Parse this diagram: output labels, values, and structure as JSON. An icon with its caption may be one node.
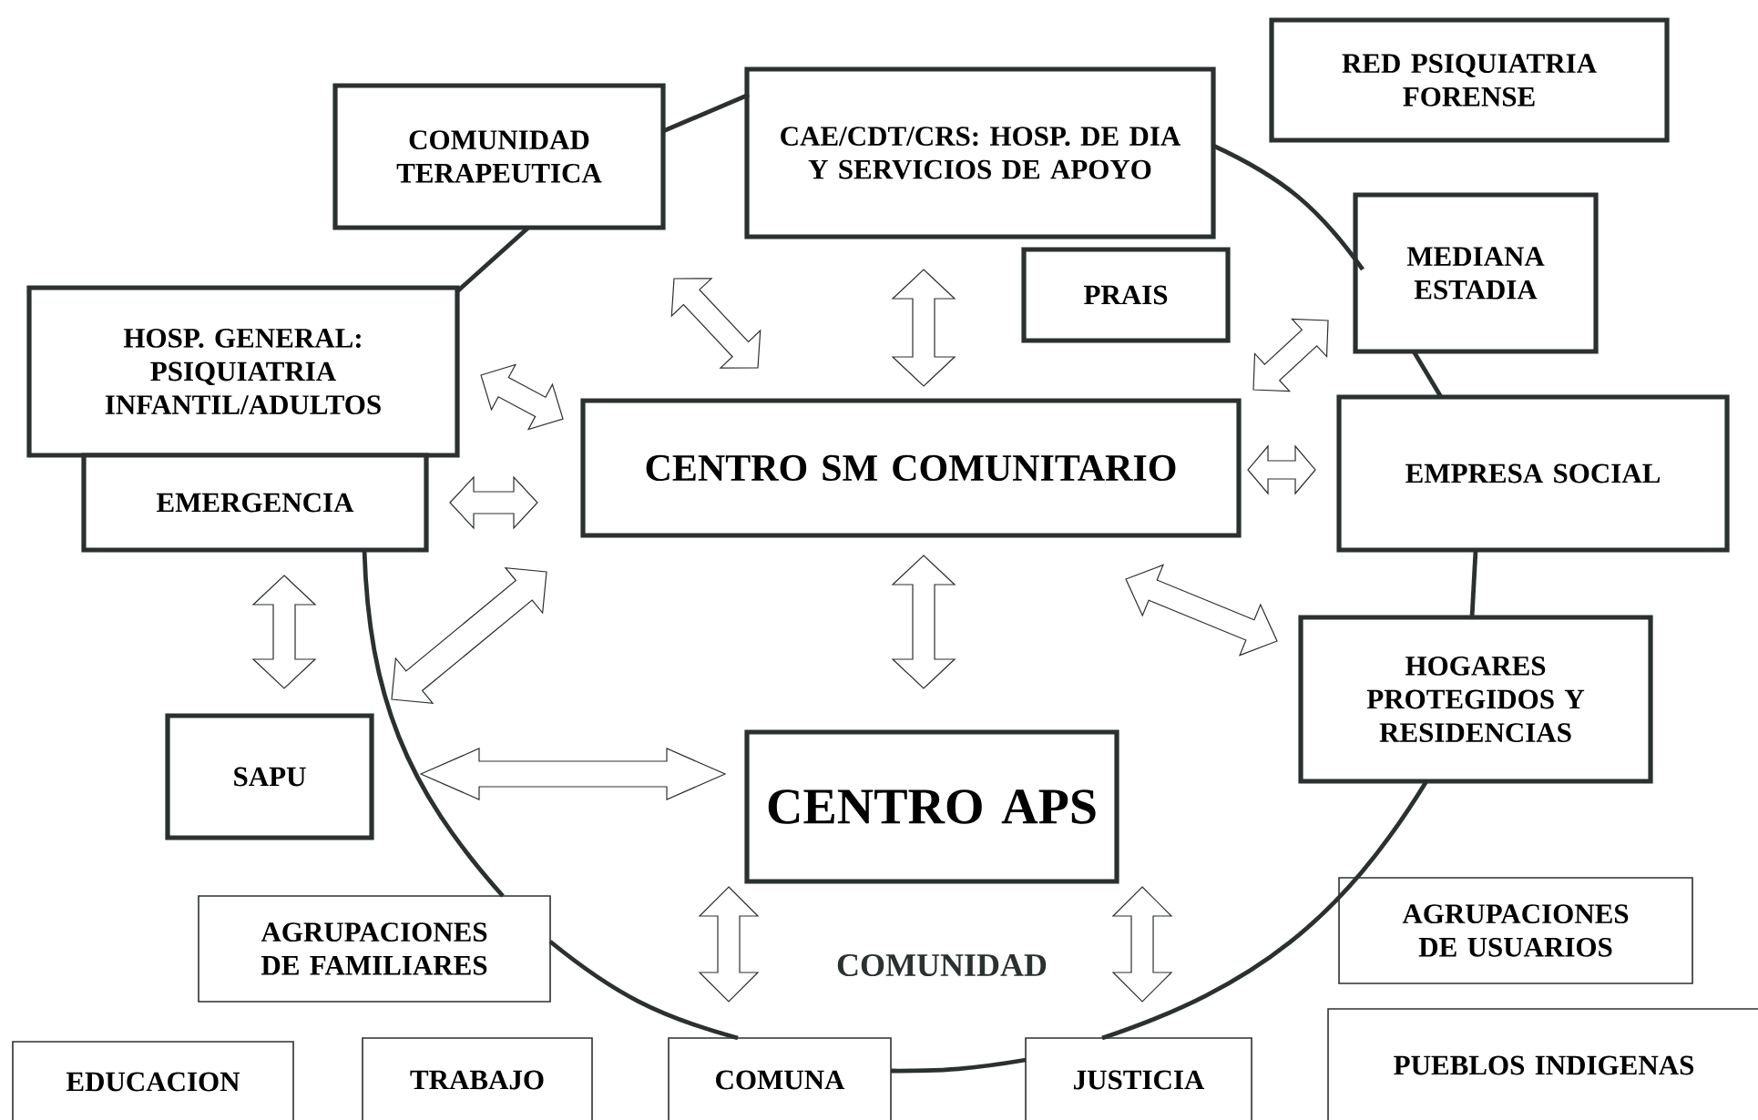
{
  "diagram": {
    "nodes": [
      {
        "text": [
          "COMUNIDAD TERAPEUTICA"
        ]
      },
      {
        "text": [
          "CAE/CDT/CRS: HOSP. DE DIA Y SERVICIOS DE APOYO"
        ]
      },
      {
        "text": [
          "RED PSIQUIATRIA FORENSE"
        ]
      },
      {
        "text": [
          "HOSP. GENERAL: PSIQUIATRIA INFANTIL/ADULTOS"
        ]
      },
      {
        "text": [
          "EMERGENCIA"
        ]
      },
      {
        "text": [
          "PRAIS"
        ]
      },
      {
        "text": [
          "MEDIANA ESTADIA"
        ]
      },
      {
        "text": [
          "CENTRO SM COMUNITARIO"
        ]
      },
      {
        "text": [
          "EMPRESA SOCIAL"
        ]
      },
      {
        "text": [
          "HOGARES PROTEGIDOS Y RESIDENCIAS"
        ]
      },
      {
        "text": [
          "SAPU"
        ]
      },
      {
        "text": [
          "CENTRO APS"
        ]
      },
      {
        "text": [
          "AGRUPACIONES DE FAMILIARES"
        ]
      },
      {
        "text": [
          "AGRUPACIONES DE USUARIOS"
        ]
      },
      {
        "text": [
          "EDUCACION"
        ]
      },
      {
        "text": [
          "TRABAJO"
        ]
      },
      {
        "text": [
          "COMUNA"
        ]
      },
      {
        "text": [
          "JUSTICIA"
        ]
      },
      {
        "text": [
          "PUEBLOS INDIGENAS"
        ]
      }
    ],
    "edges": [
      {
        "from": 3,
        "to": 0,
        "arrow": "none"
      },
      {
        "from": 0,
        "to": 1,
        "arrow": "none"
      },
      {
        "from": 1,
        "to": 6,
        "arrow": "none"
      },
      {
        "from": 6,
        "to": 8,
        "arrow": "none"
      },
      {
        "from": 8,
        "to": 9,
        "arrow": "none"
      },
      {
        "from": 9,
        "to": 17,
        "arrow": "none"
      },
      {
        "from": 16,
        "to": 17,
        "arrow": "none"
      },
      {
        "from": 12,
        "to": 16,
        "arrow": "none"
      },
      {
        "from": 4,
        "to": 12,
        "arrow": "none"
      },
      {
        "from": 0,
        "to": 7,
        "arrow": "both"
      },
      {
        "from": 1,
        "to": 7,
        "arrow": "both"
      },
      {
        "from": 7,
        "to": 6,
        "arrow": "both"
      },
      {
        "from": 3,
        "to": 7,
        "arrow": "both"
      },
      {
        "from": 4,
        "to": 7,
        "arrow": "both"
      },
      {
        "from": 7,
        "to": 8,
        "arrow": "both"
      },
      {
        "from": 7,
        "to": 9,
        "arrow": "both"
      },
      {
        "from": 7,
        "to": 11,
        "arrow": "both"
      },
      {
        "from": 4,
        "to": 10,
        "arrow": "both"
      },
      {
        "from": 10,
        "to": 7,
        "arrow": "both"
      },
      {
        "from": 10,
        "to": 11,
        "arrow": "both"
      },
      {
        "from": 11,
        "to": 16,
        "arrow": "both"
      },
      {
        "from": 11,
        "to": 17,
        "arrow": "both"
      }
    ],
    "labels": [
      "COMUNIDAD"
    ]
  }
}
